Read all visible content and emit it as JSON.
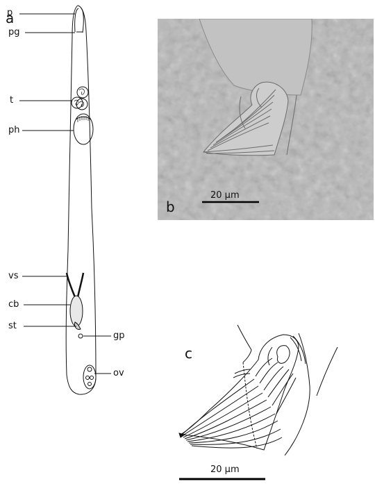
{
  "panels": {
    "a": "a",
    "b": "b",
    "c": "c"
  },
  "labels_a": {
    "p": "p",
    "pg": "pg",
    "t": "t",
    "ph": "ph",
    "vs": "vs",
    "cb": "cb",
    "st": "st",
    "gp": "gp",
    "ov": "ov"
  },
  "scale_bar_b": "20 µm",
  "scale_bar_c": "20 µm",
  "colors": {
    "micrograph_bg": "#b8b8b8",
    "ink": "#111111"
  }
}
